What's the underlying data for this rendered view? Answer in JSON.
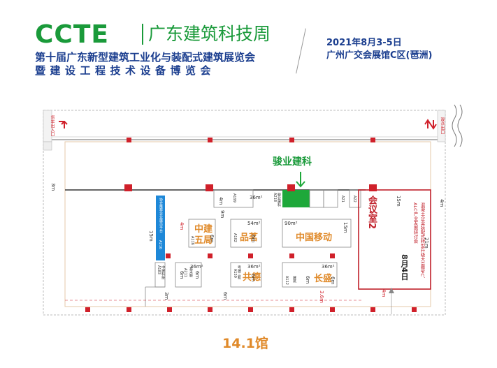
{
  "header": {
    "logo": "CCTE",
    "logo_zh": "广东建筑科技周",
    "title_line1": "第十届广东新型建筑工业化与装配式建筑展览会",
    "title_line2": "暨建设工程技术设备博览会",
    "date": "2021年8月3-5日",
    "venue": "广州广交会展馆C区(琶洲)"
  },
  "map": {
    "entrance_left": "货车出入口",
    "entrance_right": "观众出口",
    "highlight_exhibitor": "骏业建科",
    "hall_name": "14.1馆",
    "booths": {
      "zhongjian": "中建\n五局",
      "pinming": "品茗",
      "cmcc": "中国移动",
      "gongde": "共德",
      "changsheng": "长盛",
      "meeting_room": "会议室2",
      "meeting_date": "8月4日",
      "meeting_desc": "混凝土企业装配式转型升级大会暨PC、ALC产业发展研讨会"
    },
    "small_labels": {
      "a216": "A216",
      "a216_desc": "协会推荐企业展示平台",
      "a218": "A218",
      "a218_name": "骏业建科",
      "a183": "A183",
      "a183_name": "中建科技",
      "a211": "A211",
      "a211_name": "嘉禾联",
      "a116": "A116",
      "a102": "A102",
      "a159": "A159",
      "a159_name": "粤建三和",
      "a112": "A112",
      "a112_name": "建筑",
      "a21": "A21",
      "a22": "A22",
      "a199": "A199"
    },
    "dims": {
      "d3m": "3m",
      "d4m": "4m",
      "d6m": "6m",
      "d9m": "9m",
      "d15m": "15m",
      "d21m": "21m",
      "d36": "36m²",
      "d54": "54m²",
      "d90": "90m²",
      "d3_6": "3.6m"
    }
  },
  "colors": {
    "green": "#1a9a3a",
    "navy": "#1b3e8f",
    "orange": "#e08a2a",
    "red": "#d0202a",
    "blue": "#1e88d8"
  }
}
